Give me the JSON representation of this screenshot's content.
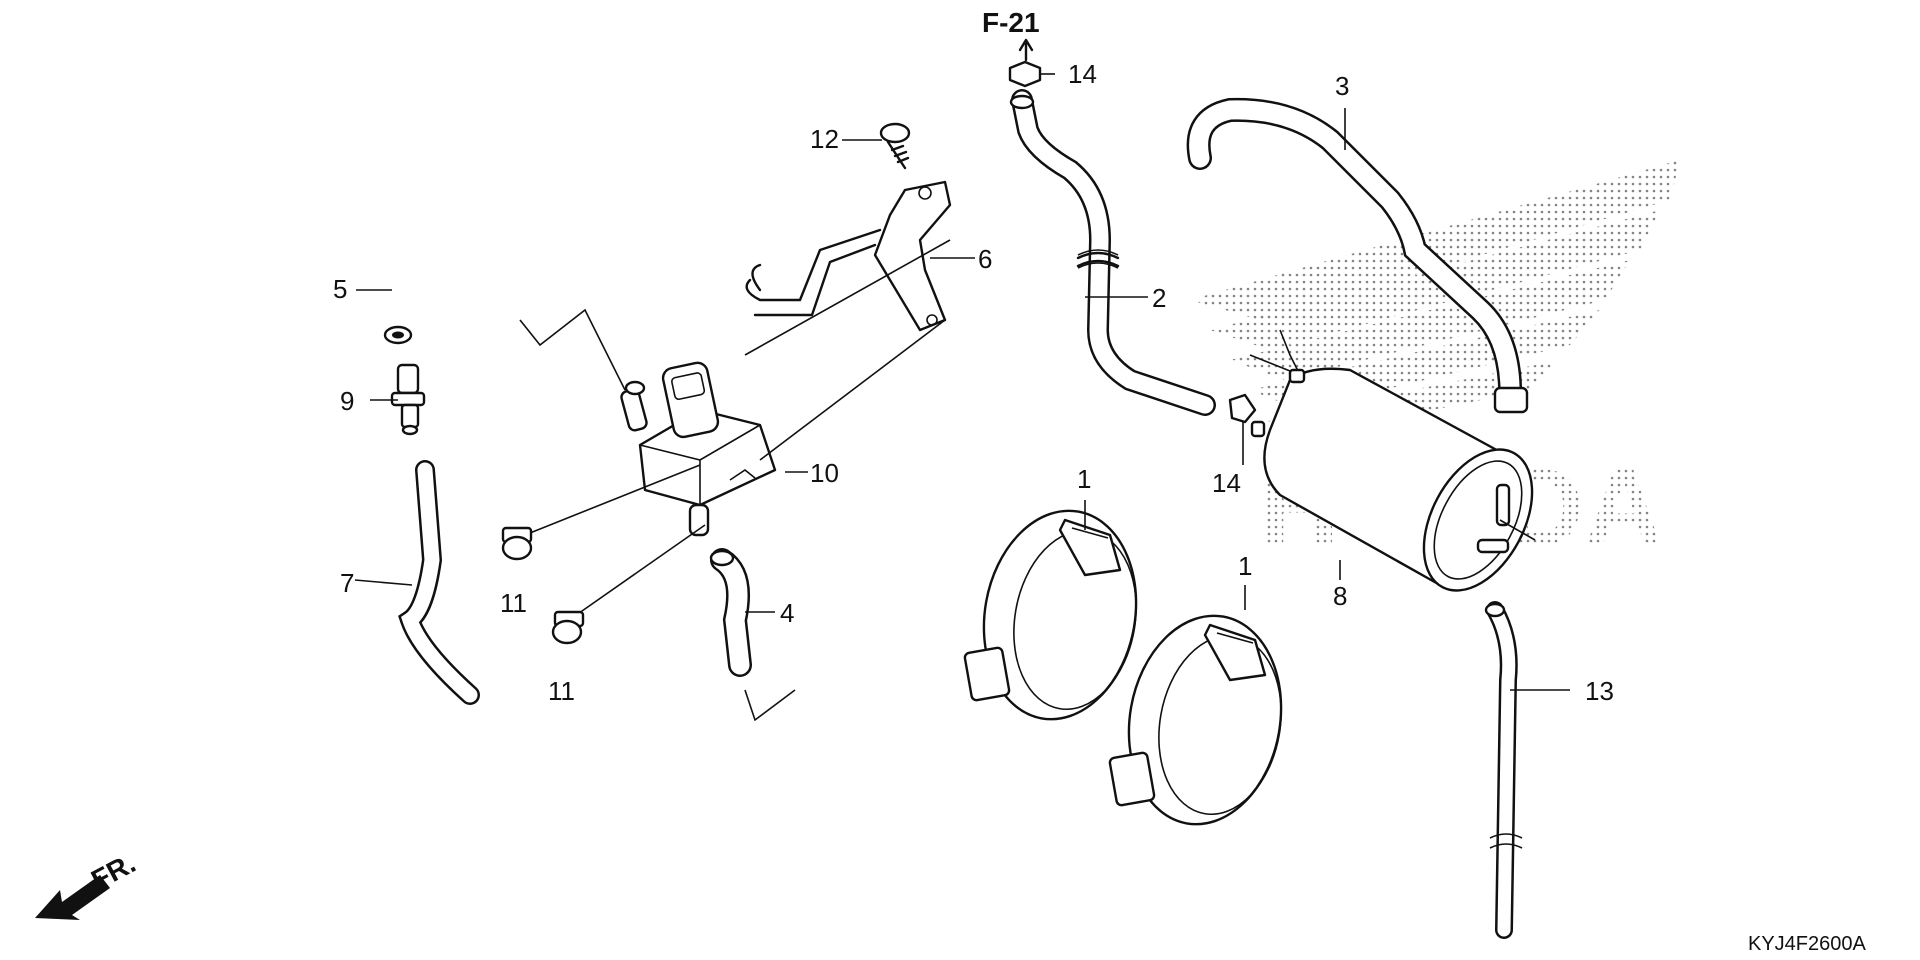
{
  "diagram": {
    "ref_label": "F-21",
    "fr_label": "FR.",
    "code": "KYJ4F2600A",
    "brand_watermark": "HONDA",
    "callouts": {
      "c1a": "1",
      "c1b": "1",
      "c2": "2",
      "c3": "3",
      "c4": "4",
      "c5": "5",
      "c6": "6",
      "c7": "7",
      "c8": "8",
      "c9": "9",
      "c10": "10",
      "c11a": "11",
      "c11b": "11",
      "c12": "12",
      "c13": "13",
      "c14a": "14",
      "c14b": "14"
    }
  }
}
